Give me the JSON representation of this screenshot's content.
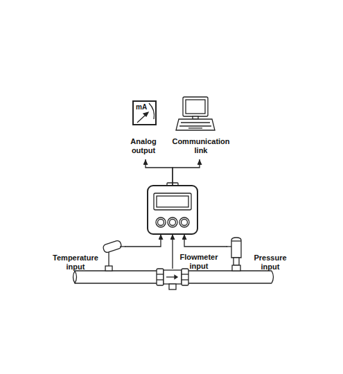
{
  "diagram": {
    "nodes": [
      {
        "text": [
          "mA",
          "Analog output"
        ]
      },
      {
        "text": [
          "Communication link"
        ]
      },
      {
        "text": []
      },
      {
        "text": [
          "Temperature input"
        ]
      },
      {
        "text": [
          "Flowmeter input"
        ]
      },
      {
        "text": [
          "Pressure input"
        ]
      }
    ],
    "edges": [
      {
        "from": 3,
        "to": 2,
        "arrow": "to"
      },
      {
        "from": 4,
        "to": 2,
        "arrow": "to"
      },
      {
        "from": 5,
        "to": 2,
        "arrow": "to"
      },
      {
        "from": 2,
        "to": 0,
        "arrow": "to"
      },
      {
        "from": 2,
        "to": 1,
        "arrow": "to"
      }
    ]
  }
}
